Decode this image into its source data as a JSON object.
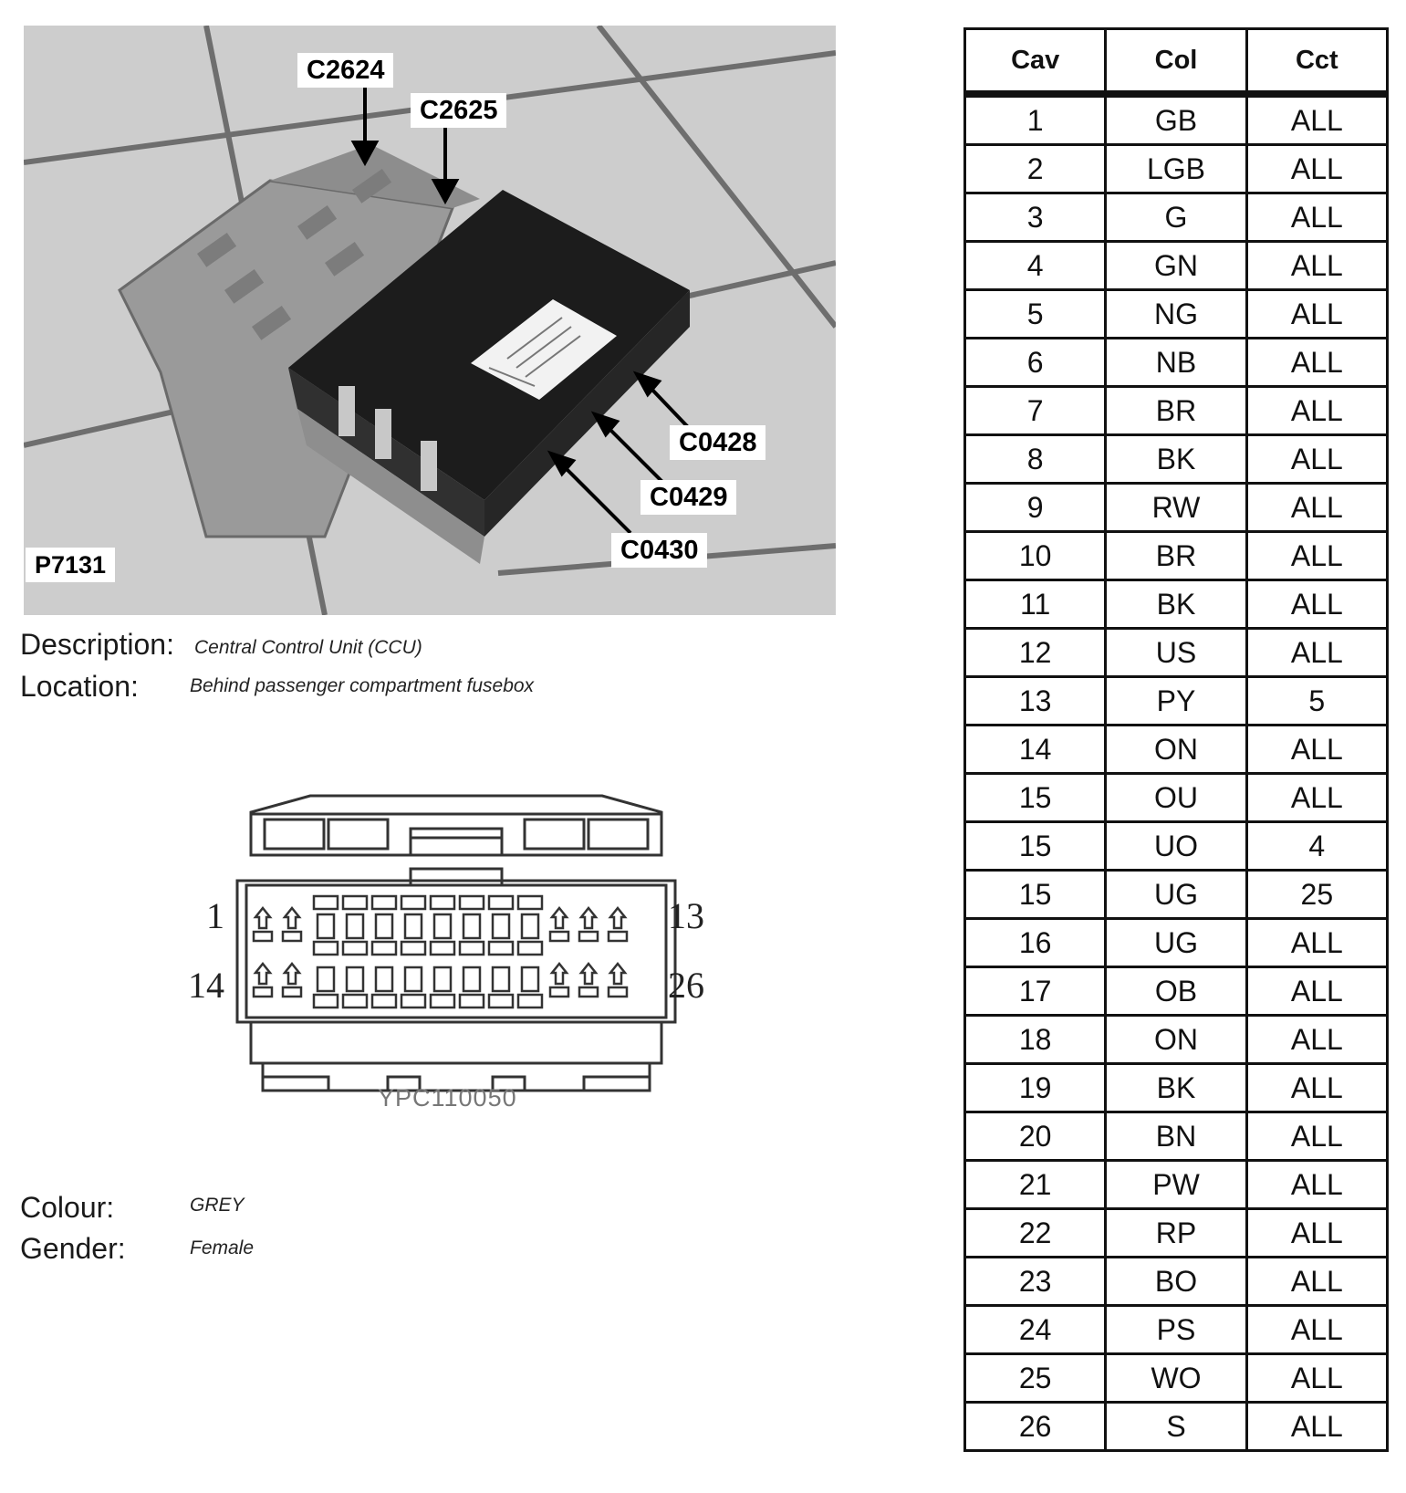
{
  "photo": {
    "callouts": {
      "c2624": "C2624",
      "c2625": "C2625",
      "c0428": "C0428",
      "c0429": "C0429",
      "c0430": "C0430"
    },
    "figure_ref": "P7131"
  },
  "info": {
    "description_label": "Description:",
    "description_value": "Central Control Unit (CCU)",
    "location_label": "Location:",
    "location_value": "Behind passenger compartment fusebox",
    "colour_label": "Colour:",
    "colour_value": "GREY",
    "gender_label": "Gender:",
    "gender_value": "Female"
  },
  "connector": {
    "pin_top_left": "1",
    "pin_top_right": "13",
    "pin_bottom_left": "14",
    "pin_bottom_right": "26",
    "part_number": "YPC110050"
  },
  "table": {
    "headers": [
      "Cav",
      "Col",
      "Cct"
    ],
    "rows": [
      [
        "1",
        "GB",
        "ALL"
      ],
      [
        "2",
        "LGB",
        "ALL"
      ],
      [
        "3",
        "G",
        "ALL"
      ],
      [
        "4",
        "GN",
        "ALL"
      ],
      [
        "5",
        "NG",
        "ALL"
      ],
      [
        "6",
        "NB",
        "ALL"
      ],
      [
        "7",
        "BR",
        "ALL"
      ],
      [
        "8",
        "BK",
        "ALL"
      ],
      [
        "9",
        "RW",
        "ALL"
      ],
      [
        "10",
        "BR",
        "ALL"
      ],
      [
        "11",
        "BK",
        "ALL"
      ],
      [
        "12",
        "US",
        "ALL"
      ],
      [
        "13",
        "PY",
        "5"
      ],
      [
        "14",
        "ON",
        "ALL"
      ],
      [
        "15",
        "OU",
        "ALL"
      ],
      [
        "15",
        "UO",
        "4"
      ],
      [
        "15",
        "UG",
        "25"
      ],
      [
        "16",
        "UG",
        "ALL"
      ],
      [
        "17",
        "OB",
        "ALL"
      ],
      [
        "18",
        "ON",
        "ALL"
      ],
      [
        "19",
        "BK",
        "ALL"
      ],
      [
        "20",
        "BN",
        "ALL"
      ],
      [
        "21",
        "PW",
        "ALL"
      ],
      [
        "22",
        "RP",
        "ALL"
      ],
      [
        "23",
        "BO",
        "ALL"
      ],
      [
        "24",
        "PS",
        "ALL"
      ],
      [
        "25",
        "WO",
        "ALL"
      ],
      [
        "26",
        "S",
        "ALL"
      ]
    ]
  }
}
